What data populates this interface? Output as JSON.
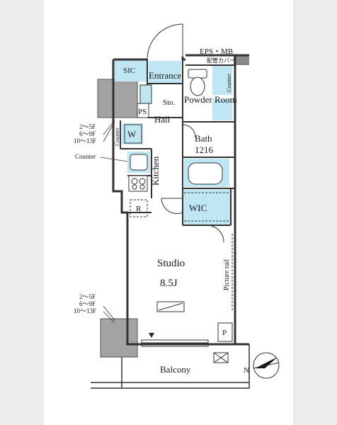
{
  "rooms": {
    "sic": "SIC",
    "entrance": "Entrance",
    "sto": "Sto.",
    "ps_upper": "PS",
    "powder_room": "Powder Room",
    "hall": "Hall",
    "w": "W",
    "bath": "Bath",
    "bath_size": "1216",
    "kitchen": "Kitchen",
    "wic": "WIC",
    "refrigerator": "R",
    "studio": "Studio",
    "studio_size": "8.5J",
    "picture_rail": "Picture rail",
    "ps_lower": "P",
    "balcony": "Balcony"
  },
  "labels": {
    "eps_mb": "EPS・MB",
    "pipe_cover": "配管カバー",
    "counter_vertical": "Counter",
    "counter_right": "Counter",
    "counter_left": "Counter",
    "floors_upper": [
      "2～5F",
      "6～9F",
      "10～13F"
    ],
    "floors_lower": [
      "2～5F",
      "6～9F",
      "10～13F"
    ]
  },
  "compass": {
    "north": "N"
  },
  "colors": {
    "wall": "#7d7d7d",
    "shaft": "#a3a3a3",
    "wet_area": "#bfe6f2",
    "line": "#333333"
  }
}
